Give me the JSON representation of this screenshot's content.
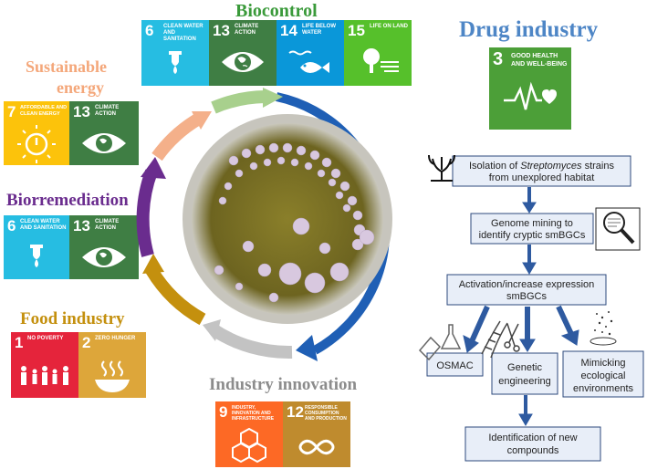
{
  "headings": {
    "biocontrol": "Biocontrol",
    "drug_industry": "Drug industry",
    "sustainable_energy_line1": "Sustainable",
    "sustainable_energy_line2": "energy",
    "bioremediation": "Biorremediation",
    "food_industry": "Food industry",
    "industry_innovation": "Industry innovation"
  },
  "sdg_tiles": {
    "bio_6": {
      "number": "6",
      "label": "Clean water and sanitation",
      "color": "#26bde2",
      "icon": "water-tap-icon"
    },
    "bio_13": {
      "number": "13",
      "label": "Climate action",
      "color": "#3f7e44",
      "icon": "earth-eye-icon"
    },
    "bio_14": {
      "number": "14",
      "label": "Life below water",
      "color": "#0a97d9",
      "icon": "fish-icon"
    },
    "bio_15": {
      "number": "15",
      "label": "Life on land",
      "color": "#56c02b",
      "icon": "tree-icon"
    },
    "drug_3": {
      "number": "3",
      "label": "Good health and well-being",
      "color": "#4c9f38",
      "icon": "heartbeat-icon"
    },
    "energy_7": {
      "number": "7",
      "label": "Affordable and clean energy",
      "color": "#fcc30b",
      "icon": "sun-power-icon"
    },
    "energy_13": {
      "number": "13",
      "label": "Climate action",
      "color": "#3f7e44",
      "icon": "earth-eye-icon"
    },
    "bior_6": {
      "number": "6",
      "label": "Clean water and sanitation",
      "color": "#26bde2",
      "icon": "water-tap-icon"
    },
    "bior_13": {
      "number": "13",
      "label": "Climate action",
      "color": "#3f7e44",
      "icon": "earth-eye-icon"
    },
    "food_1": {
      "number": "1",
      "label": "No poverty",
      "color": "#e5243b",
      "icon": "family-icon"
    },
    "food_2": {
      "number": "2",
      "label": "Zero hunger",
      "color": "#dda63a",
      "icon": "bowl-icon"
    },
    "ind_9": {
      "number": "9",
      "label": "Industry, innovation and infrastructure",
      "color": "#fd6925",
      "icon": "cubes-icon"
    },
    "ind_12": {
      "number": "12",
      "label": "Responsible consumption and production",
      "color": "#bf8b2e",
      "icon": "infinity-icon"
    }
  },
  "flow": {
    "isolation_line1_pre": "Isolation of ",
    "isolation_italic": "Streptomyces",
    "isolation_line1_post": " strains",
    "isolation_line2": "from  unexplored habitat",
    "genome_line1": "Genome mining to",
    "genome_line2": "identify cryptic smBGCs",
    "activation_line1": "Activation/increase expression",
    "activation_line2": "smBGCs",
    "osmac": "OSMAC",
    "genetic_line1": "Genetic",
    "genetic_line2": "engineering",
    "mimicking_line1": "Mimicking",
    "mimicking_line2": "ecological",
    "mimicking_line3": "environments",
    "identification_line1": "Identification of new",
    "identification_line2": "compounds"
  },
  "colors": {
    "biocontrol": "#3a9a3a",
    "drug_industry": "#4e86c6",
    "sustainable_energy": "#f4a77a",
    "bioremediation": "#6a2c8e",
    "food_industry": "#c4900e",
    "industry_innovation": "#8c8c8c",
    "flow_box_border": "#2e4a7d",
    "flow_arrow": "#2e5aa0"
  }
}
